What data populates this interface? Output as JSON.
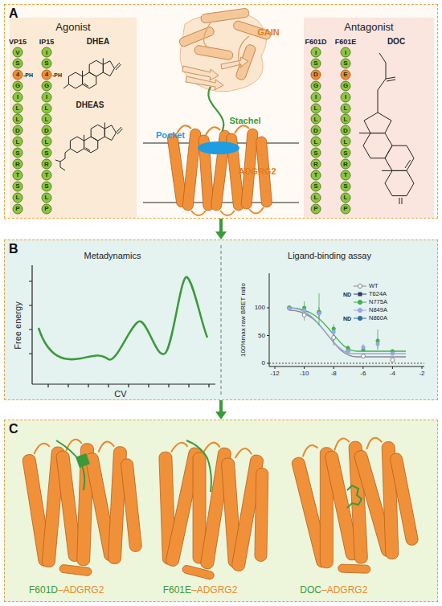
{
  "diagram": {
    "nodes": [
      {
        "text": [
          "A"
        ]
      },
      {
        "text": [
          "Agonist"
        ],
        "in": 0
      },
      {
        "text": [
          "Antagonist"
        ],
        "in": 0
      },
      {
        "text": [
          "B"
        ]
      },
      {
        "text": [
          "C"
        ]
      }
    ],
    "edges": [
      {
        "from": 0,
        "to": 3,
        "arrow": "to"
      },
      {
        "from": 3,
        "to": 4,
        "arrow": "to"
      }
    ],
    "labels": [
      "VP15",
      "IP15",
      "V",
      "S",
      "4",
      "G",
      "I",
      "L",
      "L",
      "D",
      "L",
      "S",
      "R",
      "T",
      "S",
      "L",
      "P",
      "I",
      "S",
      "4",
      "G",
      "I",
      "L",
      "L",
      "D",
      "L",
      "S",
      "R",
      "T",
      "S",
      "L",
      "P",
      "-PH",
      "-PH",
      "DHEA",
      "DHEAS",
      "GAIN",
      "Stachel",
      "Pocket",
      "ADGRG2",
      "F601D",
      "F601E",
      "I",
      "S",
      "D",
      "G",
      "I",
      "L",
      "L",
      "D",
      "L",
      "S",
      "R",
      "T",
      "S",
      "L",
      "P",
      "I",
      "S",
      "E",
      "G",
      "I",
      "L",
      "L",
      "D",
      "L",
      "S",
      "R",
      "T",
      "S",
      "L",
      "P",
      "DOC",
      "Metadynamics",
      "Free energy",
      "CV",
      "Ligand-binding assay",
      "100%max raw BRET ratio",
      "100",
      "50",
      "0",
      "-12",
      "-10",
      "-8",
      "-6",
      "-4",
      "-2",
      "ND",
      "ND",
      "F601D",
      "–ADGRG2",
      "F601E",
      "–ADGRG2",
      "DOC",
      "–ADGRG2"
    ],
    "legend": [
      {
        "text": "WT"
      },
      {
        "text": "T624A"
      },
      {
        "text": "N775A"
      },
      {
        "text": "N849A"
      },
      {
        "text": "N860A"
      }
    ]
  }
}
